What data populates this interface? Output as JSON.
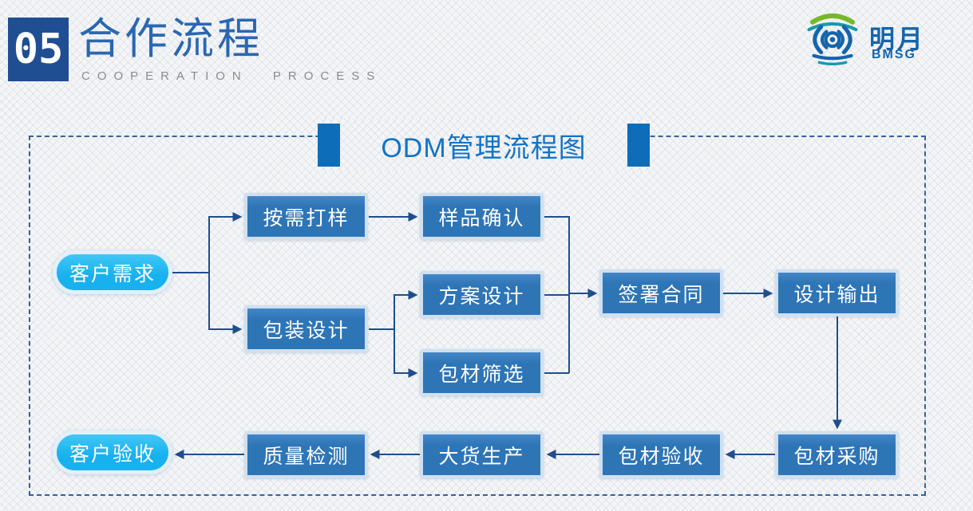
{
  "header": {
    "number": "05",
    "title": "合作流程",
    "subtitle": "COOPERATION PROCESS"
  },
  "logo": {
    "name": "明月",
    "abbr": "BMSG"
  },
  "diagram": {
    "title": "ODM管理流程图",
    "nodes": [
      {
        "id": "customer-demand",
        "label": "客户需求",
        "shape": "pill"
      },
      {
        "id": "sample-making",
        "label": "按需打样",
        "shape": "rect"
      },
      {
        "id": "sample-confirmation",
        "label": "样品确认",
        "shape": "rect"
      },
      {
        "id": "packaging-design",
        "label": "包装设计",
        "shape": "rect"
      },
      {
        "id": "solution-design",
        "label": "方案设计",
        "shape": "rect"
      },
      {
        "id": "material-screening",
        "label": "包材筛选",
        "shape": "rect"
      },
      {
        "id": "contract-signing",
        "label": "签署合同",
        "shape": "rect"
      },
      {
        "id": "design-output",
        "label": "设计输出",
        "shape": "rect"
      },
      {
        "id": "material-procurement",
        "label": "包材采购",
        "shape": "rect"
      },
      {
        "id": "material-inspection",
        "label": "包材验收",
        "shape": "rect"
      },
      {
        "id": "mass-production",
        "label": "大货生产",
        "shape": "rect"
      },
      {
        "id": "quality-testing",
        "label": "质量检测",
        "shape": "rect"
      },
      {
        "id": "customer-acceptance",
        "label": "客户验收",
        "shape": "pill"
      }
    ],
    "edges": [
      [
        "customer-demand",
        "sample-making"
      ],
      [
        "customer-demand",
        "packaging-design"
      ],
      [
        "sample-making",
        "sample-confirmation"
      ],
      [
        "sample-confirmation",
        "contract-signing"
      ],
      [
        "packaging-design",
        "solution-design"
      ],
      [
        "packaging-design",
        "material-screening"
      ],
      [
        "solution-design",
        "contract-signing"
      ],
      [
        "material-screening",
        "contract-signing"
      ],
      [
        "contract-signing",
        "design-output"
      ],
      [
        "design-output",
        "material-procurement"
      ],
      [
        "material-procurement",
        "material-inspection"
      ],
      [
        "material-inspection",
        "mass-production"
      ],
      [
        "mass-production",
        "quality-testing"
      ],
      [
        "quality-testing",
        "customer-acceptance"
      ]
    ]
  },
  "colors": {
    "number_box": "#1F4E93",
    "header_title_blue": "#2A67B1",
    "subtitle_gray": "#8B8B8B",
    "node_box_blue": "#2E75B6",
    "node_box_border": "#CFE0F1",
    "pill_cyan": "#1CB8F3",
    "connector_line": "#1F4E8F",
    "dashed_border": "#34629F",
    "title_bar_blue": "#0E6DB8",
    "diagram_title_blue": "#1273C6",
    "logo_blue": "#1465AB",
    "logo_green": "#76B82A",
    "logo_teal": "#1C98B0"
  }
}
